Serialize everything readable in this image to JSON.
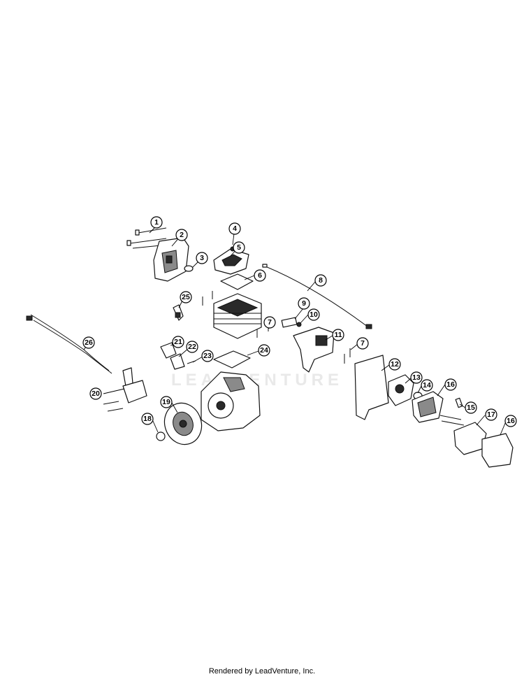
{
  "watermark": "LEADVENTURE",
  "footer": "Rendered by LeadVenture, Inc.",
  "callouts": [
    "1",
    "2",
    "3",
    "4",
    "5",
    "6",
    "7",
    "8",
    "9",
    "10",
    "11",
    "7",
    "12",
    "13",
    "14",
    "16",
    "15",
    "17",
    "16",
    "18",
    "19",
    "20",
    "21",
    "22",
    "23",
    "24",
    "25",
    "26"
  ]
}
